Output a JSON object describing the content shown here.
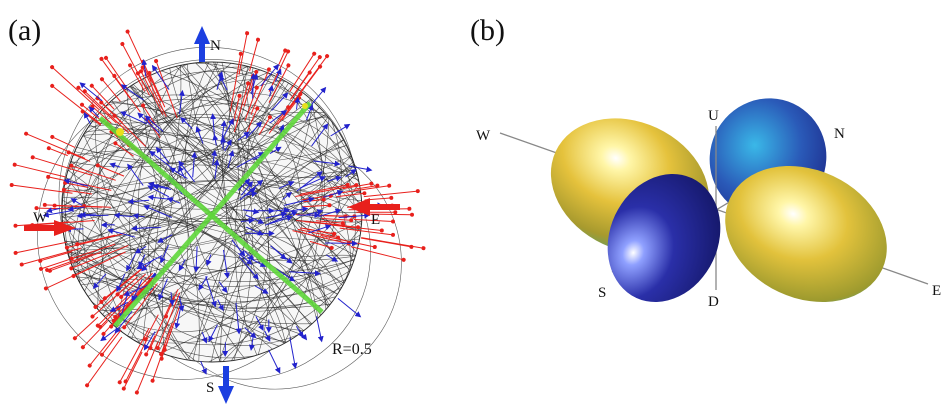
{
  "panel_a": {
    "label": "(a)",
    "directions": {
      "north": "N",
      "south": "S",
      "east": "E",
      "west": "W"
    },
    "radius_label": "R=0.5",
    "colors": {
      "extension_arrows": "#e8201c",
      "compression_arrows": "#2222cc",
      "great_circles": "#222222",
      "fault_planes": "#5ed63a",
      "cardinal_arrows": "#1c3fe0"
    }
  },
  "panel_b": {
    "label": "(b)",
    "directions": {
      "up": "U",
      "down": "D",
      "north": "N",
      "south": "S",
      "east": "E",
      "west": "W"
    },
    "colors": {
      "positive_lobes": "#e0c23a",
      "negative_lobes": "#2a2f9a"
    }
  }
}
